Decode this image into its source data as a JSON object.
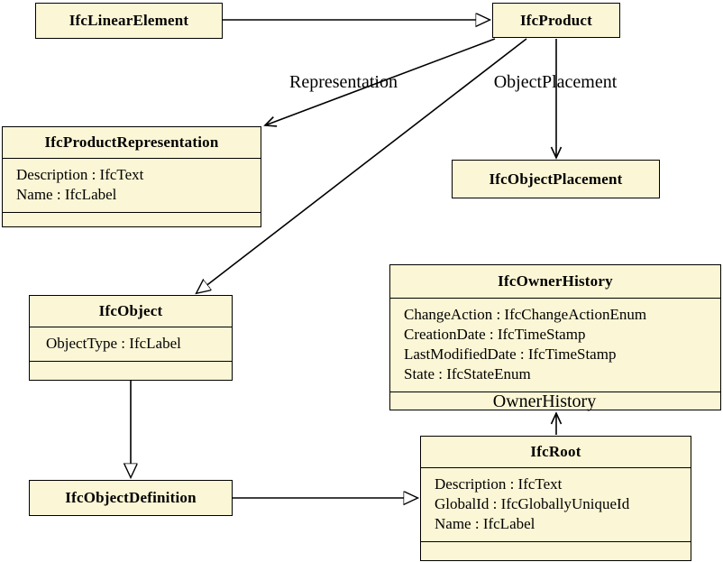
{
  "diagram_type": "uml-class-diagram",
  "colors": {
    "class_fill": "#FBF6D5",
    "class_border": "#000000",
    "line": "#000000",
    "background": "#FFFFFF",
    "text": "#000000"
  },
  "classes": {
    "ifc_linear_element": {
      "title": "IfcLinearElement",
      "attributes": []
    },
    "ifc_product": {
      "title": "IfcProduct",
      "attributes": []
    },
    "ifc_product_representation": {
      "title": "IfcProductRepresentation",
      "attributes": [
        "Description : IfcText",
        "Name : IfcLabel"
      ]
    },
    "ifc_object_placement": {
      "title": "IfcObjectPlacement",
      "attributes": []
    },
    "ifc_owner_history": {
      "title": "IfcOwnerHistory",
      "attributes": [
        "ChangeAction : IfcChangeActionEnum",
        "CreationDate : IfcTimeStamp",
        "LastModifiedDate : IfcTimeStamp",
        "State : IfcStateEnum"
      ]
    },
    "ifc_object": {
      "title": "IfcObject",
      "attributes": [
        "ObjectType : IfcLabel"
      ]
    },
    "ifc_object_definition": {
      "title": "IfcObjectDefinition",
      "attributes": []
    },
    "ifc_root": {
      "title": "IfcRoot",
      "attributes": [
        "Description : IfcText",
        "GlobalId : IfcGloballyUniqueId",
        "Name : IfcLabel"
      ]
    }
  },
  "edge_labels": {
    "representation": "Representation",
    "object_placement": "ObjectPlacement",
    "owner_history": "OwnerHistory"
  },
  "relationships": [
    {
      "from": "IfcLinearElement",
      "to": "IfcProduct",
      "type": "generalization"
    },
    {
      "from": "IfcProduct",
      "to": "IfcProductRepresentation",
      "type": "association",
      "label": "Representation"
    },
    {
      "from": "IfcProduct",
      "to": "IfcObjectPlacement",
      "type": "association",
      "label": "ObjectPlacement"
    },
    {
      "from": "IfcProduct",
      "to": "IfcObject",
      "type": "generalization"
    },
    {
      "from": "IfcObject",
      "to": "IfcObjectDefinition",
      "type": "generalization"
    },
    {
      "from": "IfcObjectDefinition",
      "to": "IfcRoot",
      "type": "generalization"
    },
    {
      "from": "IfcRoot",
      "to": "IfcOwnerHistory",
      "type": "association",
      "label": "OwnerHistory"
    }
  ]
}
